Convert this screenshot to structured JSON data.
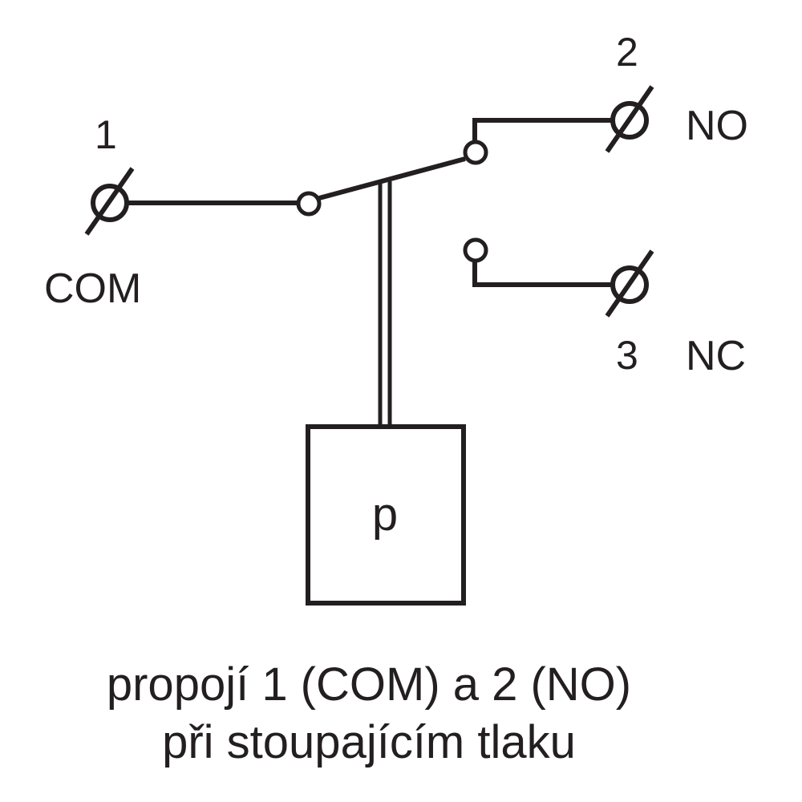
{
  "terminals": {
    "com": {
      "number": "1",
      "label": "COM"
    },
    "no": {
      "number": "2",
      "label": "NO"
    },
    "nc": {
      "number": "3",
      "label": "NC"
    }
  },
  "sensor": {
    "label": "p"
  },
  "caption": {
    "line1": "propojí 1 (COM) a 2 (NO)",
    "line2": "při stoupajícím tlaku"
  },
  "colors": {
    "stroke": "#231f20",
    "background": "#ffffff"
  }
}
